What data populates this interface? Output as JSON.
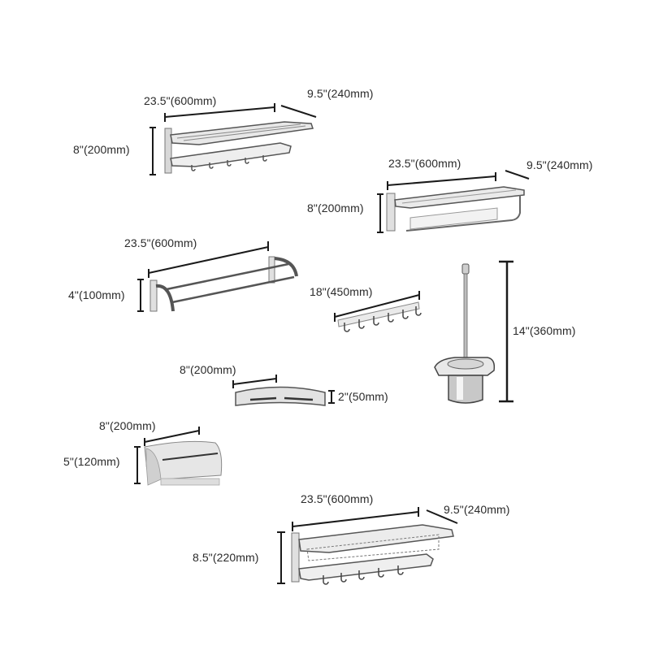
{
  "products": [
    {
      "name": "double-towel-rack-with-hooks",
      "width_label": "23.5\"(600mm)",
      "depth_label": "9.5\"(240mm)",
      "height_label": "8\"(200mm)"
    },
    {
      "name": "towel-rack-with-bar-and-hooks",
      "width_label": "23.5\"(600mm)",
      "depth_label": "9.5\"(240mm)",
      "height_label": "8\"(200mm)"
    },
    {
      "name": "double-towel-bar",
      "width_label": "23.5\"(600mm)",
      "height_label": "4\"(100mm)"
    },
    {
      "name": "robe-hook-rail",
      "width_label": "18\"(450mm)",
      "hook_count": 6
    },
    {
      "name": "toilet-brush-holder",
      "height_label": "14\"(360mm)"
    },
    {
      "name": "corner-shelf",
      "width_label": "8\"(200mm)",
      "height_label": "2\"(50mm)"
    },
    {
      "name": "toilet-paper-holder",
      "width_label": "8\"(200mm)",
      "height_label": "5\"(120mm)"
    },
    {
      "name": "basket-towel-rack-with-hooks",
      "width_label": "23.5\"(600mm)",
      "depth_label": "9.5\"(240mm)",
      "height_label": "8.5\"(220mm)"
    }
  ],
  "colors": {
    "background": "#ffffff",
    "dimension_line": "#1a1a1a",
    "text": "#2a2a2a",
    "metal_light": "#f2f2f2",
    "metal_mid": "#b8b8b8",
    "metal_dark": "#555555"
  }
}
